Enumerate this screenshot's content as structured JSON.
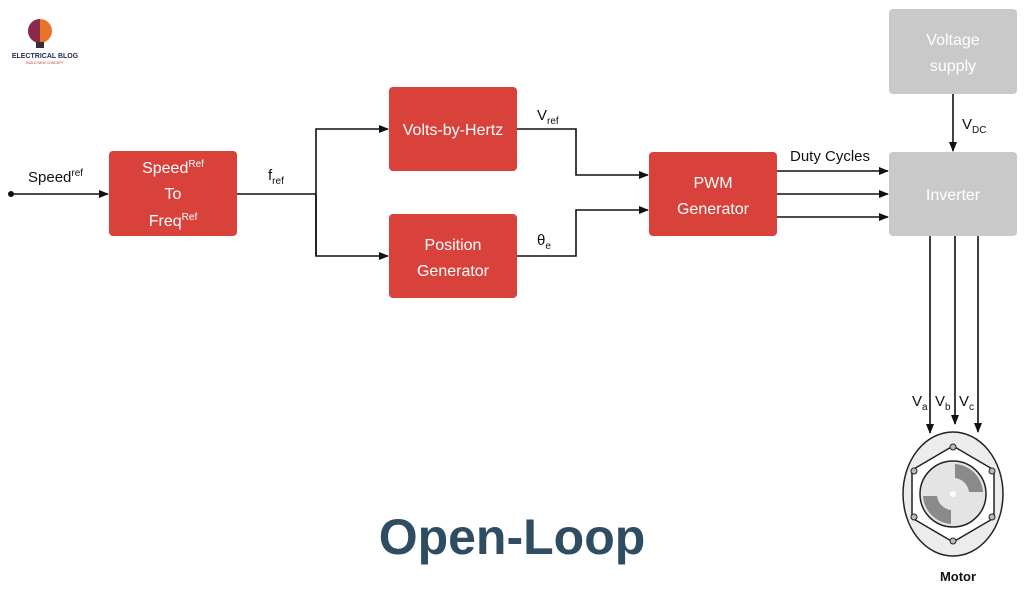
{
  "logo": {
    "name": "ELECTRICAL BLOG",
    "tagline": "BUILD NEW CONCEPT"
  },
  "title": "Open-Loop",
  "colors": {
    "block": "#d9423b",
    "inverter": "#c9c9c9",
    "title": "#2f4d62"
  },
  "input": {
    "base": "Speed",
    "sup": "ref"
  },
  "blocks": {
    "speed_to_freq": {
      "line1_base": "Speed",
      "line1_sup": "Ref",
      "line2": "To",
      "line3_base": "Freq",
      "line3_sup": "Ref"
    },
    "volts_by_hertz": "Volts-by-Hertz",
    "position_generator": {
      "line1": "Position",
      "line2": "Generator"
    },
    "pwm_generator": {
      "line1": "PWM",
      "line2": "Generator"
    },
    "inverter": "Inverter",
    "voltage_supply": {
      "line1": "Voltage",
      "line2": "supply"
    },
    "motor": "Motor"
  },
  "signals": {
    "fref": {
      "base": "f",
      "sub": "ref"
    },
    "vref": {
      "base": "V",
      "sub": "ref"
    },
    "theta": {
      "base": "θ",
      "sub": "e"
    },
    "duty": "Duty Cycles",
    "vdc": {
      "base": "V",
      "sub": "DC"
    },
    "va": {
      "base": "V",
      "sub": "a"
    },
    "vb": {
      "base": "V",
      "sub": "b"
    },
    "vc": {
      "base": "V",
      "sub": "c"
    }
  }
}
